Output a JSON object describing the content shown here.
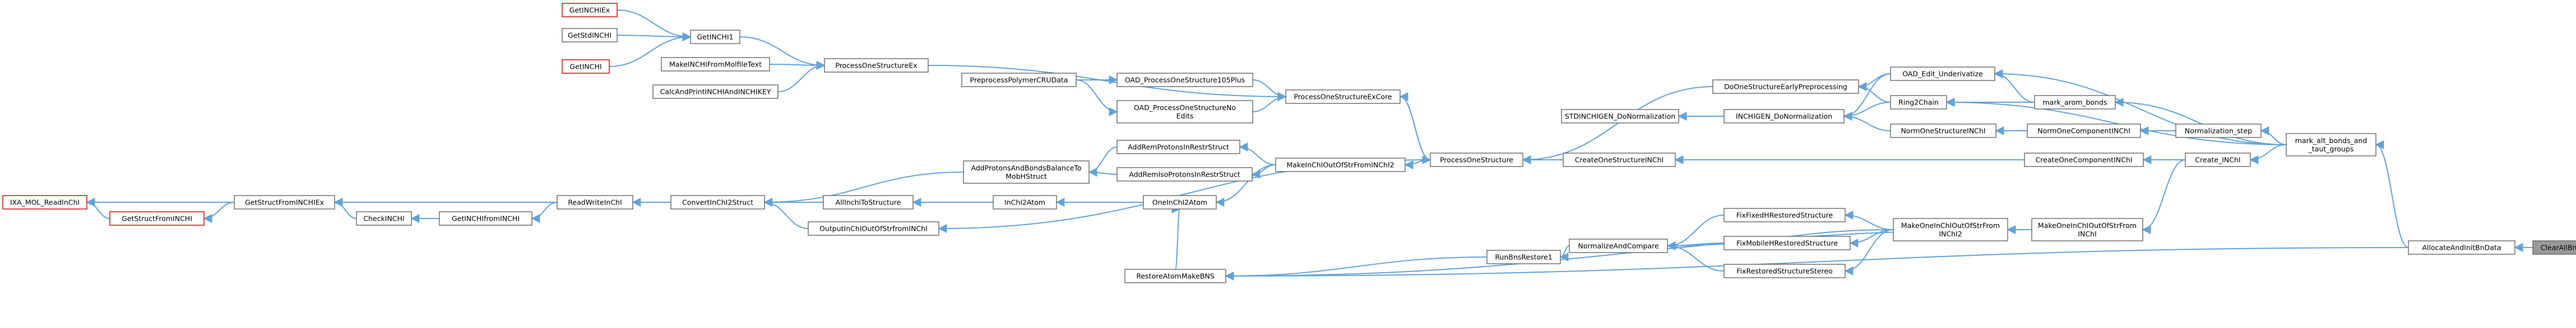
{
  "colors": {
    "node_fill": "#ffffff",
    "node_border": "#666666",
    "node_border_red": "#cc0000",
    "highlight_fill": "#999999",
    "highlight_border": "#666666",
    "edge": "#63a3d8",
    "text": "#000000"
  },
  "nodes": {
    "getinchiex": [
      "GetINCHIEx"
    ],
    "getstdinchi": [
      "GetStdINCHI"
    ],
    "getinchi": [
      "GetINCHI"
    ],
    "getinchi1": [
      "GetINCHI1"
    ],
    "makeinchifrommolfiletext": [
      "MakeINCHIFromMolfileText"
    ],
    "calcandprintinchiandinchikey": [
      "CalcAndPrintINCHIAndINCHIKEY"
    ],
    "processonestructureex": [
      "ProcessOneStructureEx"
    ],
    "preprocesspolymercrudata": [
      "PreprocessPolymerCRUData"
    ],
    "oad_processonestructure105plus": [
      "OAD_ProcessOneStructure105Plus"
    ],
    "oad_processonestructurenoedits": [
      "OAD_ProcessOneStructureNo",
      "Edits"
    ],
    "processonestructureexcore": [
      "ProcessOneStructureExCore"
    ],
    "ixa_mol_readinchi": [
      "IXA_MOL_ReadInChI"
    ],
    "getstructfrominchiex": [
      "GetStructFromINCHIEx"
    ],
    "getstructfrominchi": [
      "GetStructFromINCHI"
    ],
    "checkinchi": [
      "CheckINCHI"
    ],
    "getinchifrominchi": [
      "GetINCHIfromINCHI"
    ],
    "readwriteinchi": [
      "ReadWriteInChI"
    ],
    "convertinchi2struct": [
      "ConvertInChI2Struct"
    ],
    "addprotonsandbondsbalanceto": [
      "AddProtonsAndBondsBalanceTo",
      "MobHStruct"
    ],
    "addremprotonsinrestrstruct": [
      "AddRemProtonsInRestrStruct"
    ],
    "addremisotopinrestrstruct": [
      "AddRemIsoProtonsInRestrStruct"
    ],
    "allinchitostructure": [
      "AllInchiToStructure"
    ],
    "inchi2atom": [
      "InChI2Atom"
    ],
    "oneinchi2atom": [
      "OneInChI2Atom"
    ],
    "outputinchioutofstrfrominchi": [
      "OutputInChIOutOfStrfromINChI"
    ],
    "makeinchioutofstrfrominchi2": [
      "MakeInChIOutOfStrFromINChI2"
    ],
    "restoreatommakebns": [
      "RestoreAtomMakeBNS"
    ],
    "processonestructure": [
      "ProcessOneStructure"
    ],
    "runbnsrestore1": [
      "RunBnsRestore1"
    ],
    "normalizeandcompare": [
      "NormalizeAndCompare"
    ],
    "fixfixedhrestoredstructure": [
      "FixFixedHRestoredStructure"
    ],
    "fixmobilehrestoredstructure": [
      "FixMobileHRestoredStructure"
    ],
    "fixrestoredstructurestereo": [
      "FixRestoredStructureStereo"
    ],
    "makeoneinchioutofstrfrominchi2": [
      "MakeOneInChIOutOfStrFrom",
      "INChI2"
    ],
    "createoneinchi": [
      "CreateOneStructureINChI"
    ],
    "doonestructureearlypreprocessing": [
      "DoOneStructureEarlyPreprocessing"
    ],
    "stdinchigen_donormalization": [
      "STDINCHIGEN_DoNormalization"
    ],
    "inchigen_donormalization": [
      "INCHIGEN_DoNormalization"
    ],
    "oad_edit_underivatize": [
      "OAD_Edit_Underivatize"
    ],
    "ring2chain": [
      "Ring2Chain"
    ],
    "normonestructureinchi": [
      "NormOneStructureINChI"
    ],
    "normonecomponentinchi": [
      "NormOneComponentINChI"
    ],
    "createonecomponentinchi": [
      "CreateOneComponentINChI"
    ],
    "makeoneinchioutofstrfrominchi": [
      "MakeOneInChIOutOfStrFrom",
      "INChI"
    ],
    "mark_arom_bonds": [
      "mark_arom_bonds"
    ],
    "normalization_step": [
      "Normalization_step"
    ],
    "create_inchi": [
      "Create_INChI"
    ],
    "mark_alt_bonds_and_taut_groups": [
      "mark_alt_bonds_and",
      "_taut_groups"
    ],
    "allocateandinitbndata": [
      "AllocateAndInitBnData"
    ],
    "clearallbndatavertices": [
      "ClearAllBnDataVertices"
    ]
  }
}
